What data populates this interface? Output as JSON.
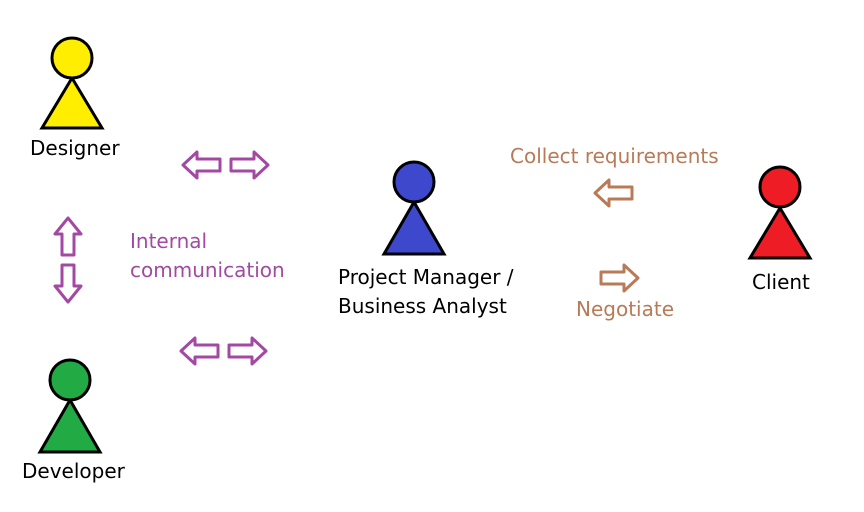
{
  "colors": {
    "designer": "#ffee00",
    "developer": "#22aa44",
    "manager": "#3e48cc",
    "client": "#ee1c24",
    "internal": "#a349a4",
    "external": "#b97a57"
  },
  "actors": {
    "designer": {
      "label": "Designer",
      "icon": "person-icon"
    },
    "developer": {
      "label": "Developer",
      "icon": "person-icon"
    },
    "manager": {
      "label_line1": "Project Manager /",
      "label_line2": "Business Analyst",
      "icon": "person-icon"
    },
    "client": {
      "label": "Client",
      "icon": "person-icon"
    }
  },
  "annotations": {
    "internal_line1": "Internal",
    "internal_line2": "communication",
    "collect": "Collect requirements",
    "negotiate": "Negotiate"
  }
}
